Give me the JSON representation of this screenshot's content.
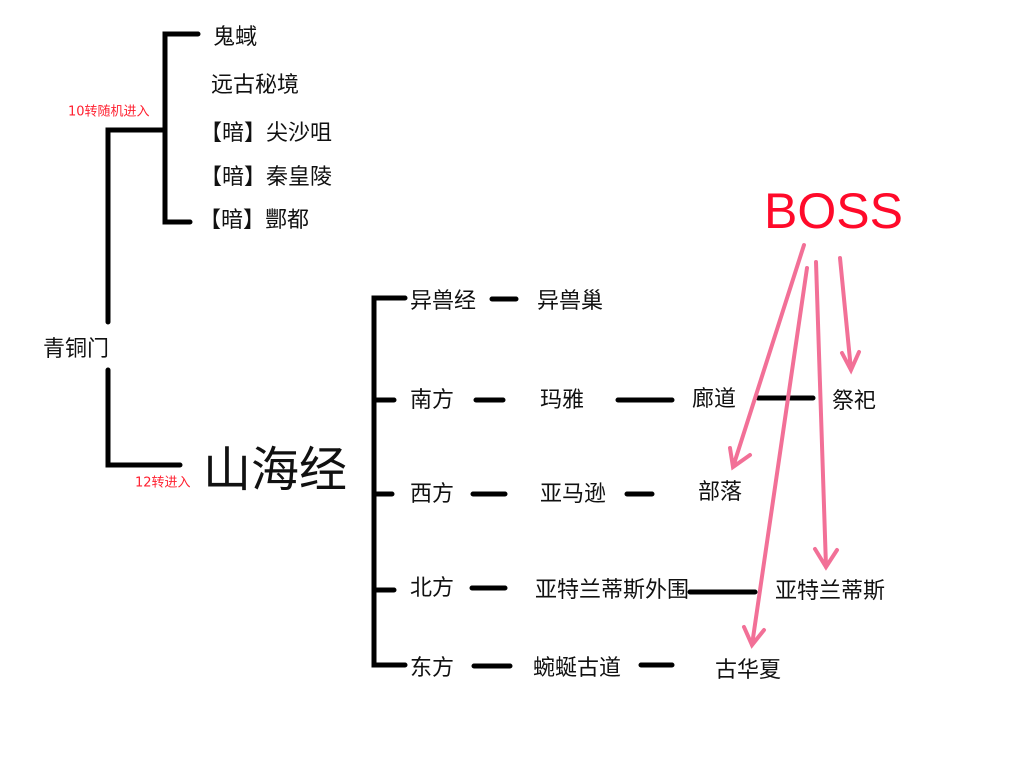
{
  "colors": {
    "line": "#000000",
    "arrow": "#f27097",
    "boss": "#ff0a2a",
    "note": "#ff2030"
  },
  "root": {
    "label": "青铜门"
  },
  "notes": {
    "ten": "10转随机进入",
    "twelve": "12转进入"
  },
  "top_group": [
    "鬼蜮",
    "远古秘境",
    "【暗】尖沙咀",
    "【暗】秦皇陵",
    "【暗】酆都"
  ],
  "shanhai": {
    "title": "山海经",
    "rows": [
      [
        "异兽经",
        "异兽巢"
      ],
      [
        "南方",
        "玛雅",
        "廊道",
        "祭祀"
      ],
      [
        "西方",
        "亚马逊",
        "部落"
      ],
      [
        "北方",
        "亚特兰蒂斯外围",
        "亚特兰蒂斯"
      ],
      [
        "东方",
        "蜿蜒古道",
        "古华夏"
      ]
    ]
  },
  "boss": "BOSS"
}
